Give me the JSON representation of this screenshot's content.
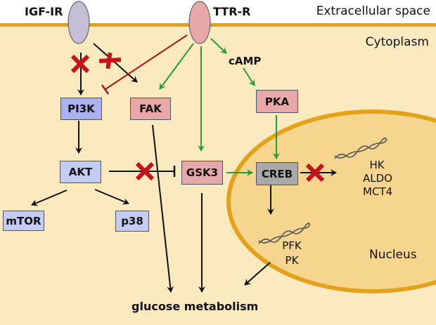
{
  "regions": {
    "extracellular": "Extracellular space",
    "cytoplasm": "Cytoplasm",
    "nucleus": "Nucleus"
  },
  "receptors": {
    "igf": "IGF-IR",
    "ttr": "TTR-R"
  },
  "nodes": {
    "camp": "cAMP",
    "pi3k": "PI3K",
    "fak": "FAK",
    "pka": "PKA",
    "akt": "AKT",
    "gsk3": "GSK3",
    "creb": "CREB",
    "mtor": "mTOR",
    "p38": "p38"
  },
  "genes": {
    "group1": [
      "HK",
      "ALDO",
      "MCT4"
    ],
    "group2": [
      "PFK",
      "PK"
    ]
  },
  "output": "glucose metabolism",
  "colors": {
    "membrane": "#e3a21a",
    "cytoplasm": "#fbe9c0",
    "nucleus": "#f6d58e",
    "activation": "#2a9a35",
    "inhibition": "#b0101a",
    "blocked": "#c8101a"
  }
}
